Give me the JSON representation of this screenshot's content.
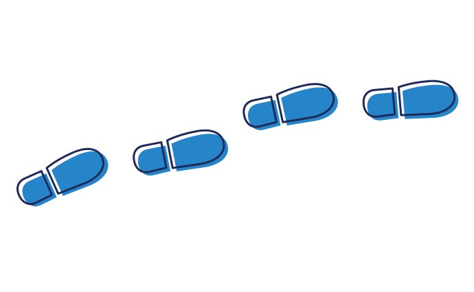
{
  "illustration": {
    "subject": "footprints",
    "colors": {
      "fill": "#2585c8",
      "outline": "#1f2a5a",
      "background": "#ffffff"
    },
    "footprints": [
      {
        "name": "footprint-1"
      },
      {
        "name": "footprint-2"
      },
      {
        "name": "footprint-3"
      },
      {
        "name": "footprint-4"
      }
    ]
  }
}
